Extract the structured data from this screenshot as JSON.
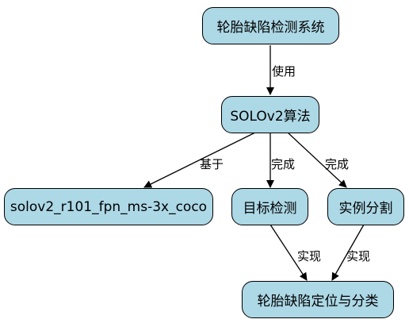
{
  "nodes": {
    "system": "轮胎缺陷检测系统",
    "algorithm": "SOLOv2算法",
    "model": "solov2_r101_fpn_ms-3x_coco",
    "detection": "目标检测",
    "segmentation": "实例分割",
    "result": "轮胎缺陷定位与分类"
  },
  "edges": {
    "system_algorithm": "使用",
    "algorithm_model": "基于",
    "algorithm_detection": "完成",
    "algorithm_segmentation": "完成",
    "detection_result": "实现",
    "segmentation_result": "实现"
  },
  "colors": {
    "node_fill": "#add8e6",
    "stroke": "#000000"
  }
}
